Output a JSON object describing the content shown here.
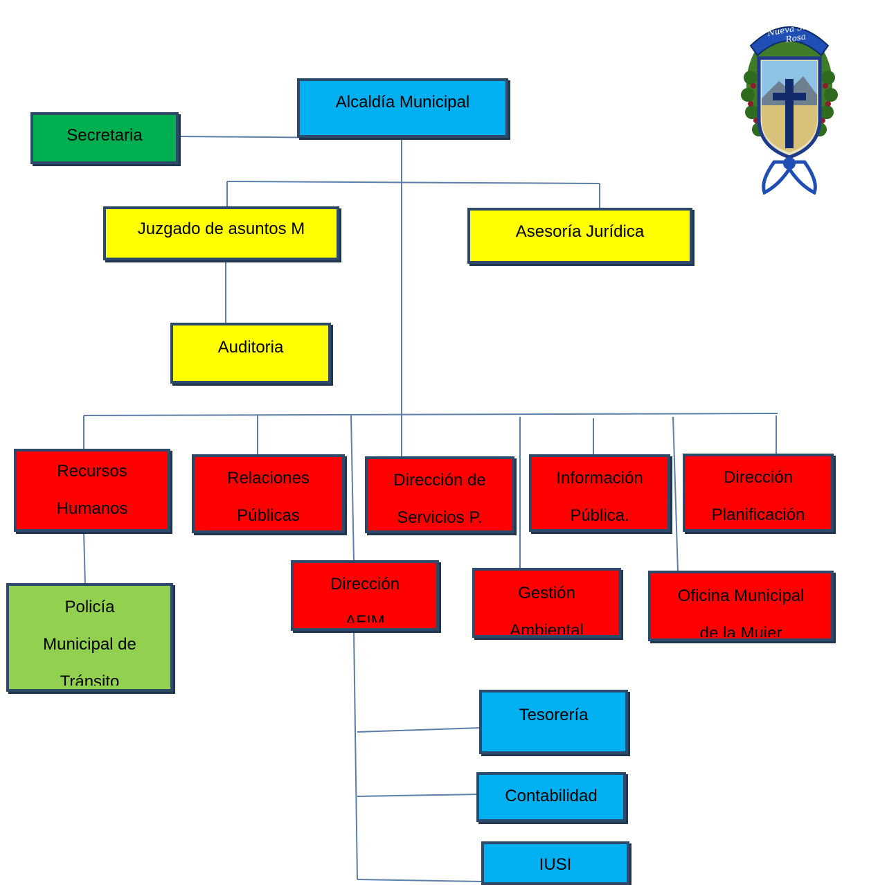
{
  "chart": {
    "root": "Alcaldía Municipal",
    "secretaria": "Secretaria",
    "juzgado": "Juzgado de asuntos M",
    "asesoria": "Asesoría Jurídica",
    "auditoria": "Auditoria",
    "recursos": [
      "Recursos",
      "Humanos"
    ],
    "relaciones": [
      "Relaciones",
      "Públicas"
    ],
    "servicios": [
      "Dirección de",
      "Servicios P."
    ],
    "informacion": [
      "Información",
      "Pública."
    ],
    "planificacion": [
      "Dirección",
      "Planificación"
    ],
    "policia": [
      "Policía",
      "Municipal de",
      "Tránsito"
    ],
    "afim": [
      "Dirección",
      "AFIM"
    ],
    "gestion": [
      "Gestión",
      "Ambiental"
    ],
    "mujer": [
      "Oficina Municipal",
      "de la Mujer"
    ],
    "tesoreria": "Tesorería",
    "contabilidad": "Contabilidad",
    "iusi": "IUSI"
  },
  "logo": {
    "banner_text": "Nueva Santa Rosa"
  },
  "colors": {
    "root": "#00b0f0",
    "secretaria": "#00b050",
    "advisory": "#ffff00",
    "departments": "#ff0000",
    "policia": "#92d050",
    "finance": "#00b0f0",
    "connectors": "#5b7fa8"
  }
}
